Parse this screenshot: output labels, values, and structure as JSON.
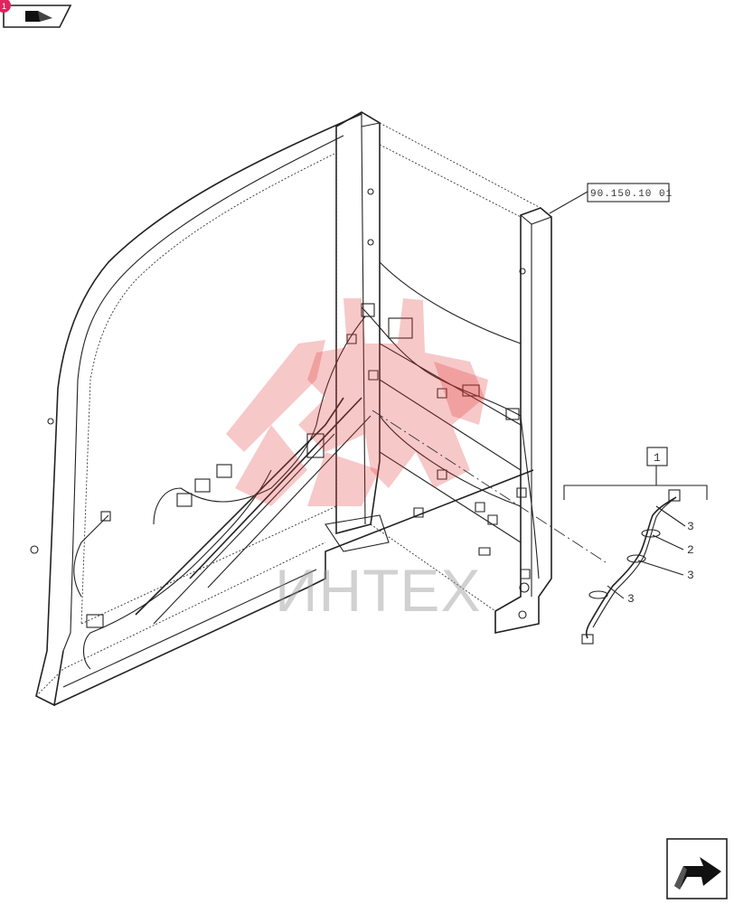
{
  "header": {
    "corner_badge": "1",
    "view_icon": "view-orientation-icon"
  },
  "reference": {
    "code": "90.150.10 01"
  },
  "kit": {
    "label": "1"
  },
  "callouts": [
    {
      "id": "c3a",
      "text": "3"
    },
    {
      "id": "c2",
      "text": "2"
    },
    {
      "id": "c3b",
      "text": "3"
    },
    {
      "id": "c3c",
      "text": "3"
    }
  ],
  "watermark": {
    "text": "ИНТЕХ"
  },
  "footer": {
    "nav_icon": "next-page-arrow-icon"
  }
}
